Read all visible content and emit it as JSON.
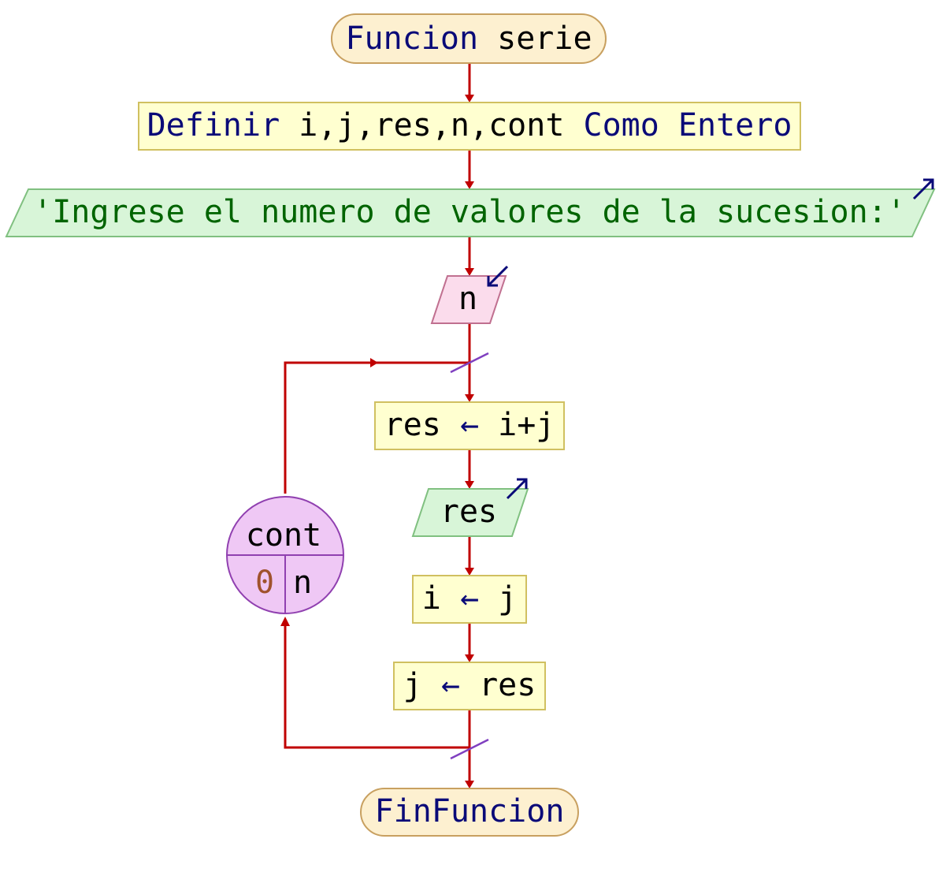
{
  "colors": {
    "flow_line": "#c00000",
    "terminal_fill": "#fdf0d0",
    "terminal_stroke": "#c8a060",
    "process_fill": "#ffffd0",
    "process_stroke": "#d0c060",
    "output_fill": "#d8f5d8",
    "output_stroke": "#80c080",
    "input_fill": "#fbdcec",
    "input_stroke": "#c07090",
    "loop_fill": "#efc8f5",
    "loop_stroke": "#9040b0",
    "keyword": "#0a0a78",
    "string": "#006400",
    "number": "#a0522d"
  },
  "start": {
    "kw1": "Funcion",
    "name": "serie"
  },
  "define": {
    "kw": "Definir",
    "vars": "i,j,res,n,cont",
    "kw2": "Como",
    "type": "Entero"
  },
  "output_prompt": {
    "text": "'Ingrese el numero de valores de la sucesion:'",
    "icon": "output-arrow-icon"
  },
  "input_n": {
    "var": "n",
    "icon": "input-arrow-icon"
  },
  "loop": {
    "var": "cont",
    "from": "0",
    "to": "n"
  },
  "assign_res": {
    "lhs": "res",
    "arrow": "←",
    "rhs": "i+j"
  },
  "output_res": {
    "var": "res",
    "icon": "output-arrow-icon"
  },
  "assign_i": {
    "lhs": "i",
    "arrow": "←",
    "rhs": "j"
  },
  "assign_j": {
    "lhs": "j",
    "arrow": "←",
    "rhs": "res"
  },
  "end": {
    "kw": "FinFuncion"
  }
}
